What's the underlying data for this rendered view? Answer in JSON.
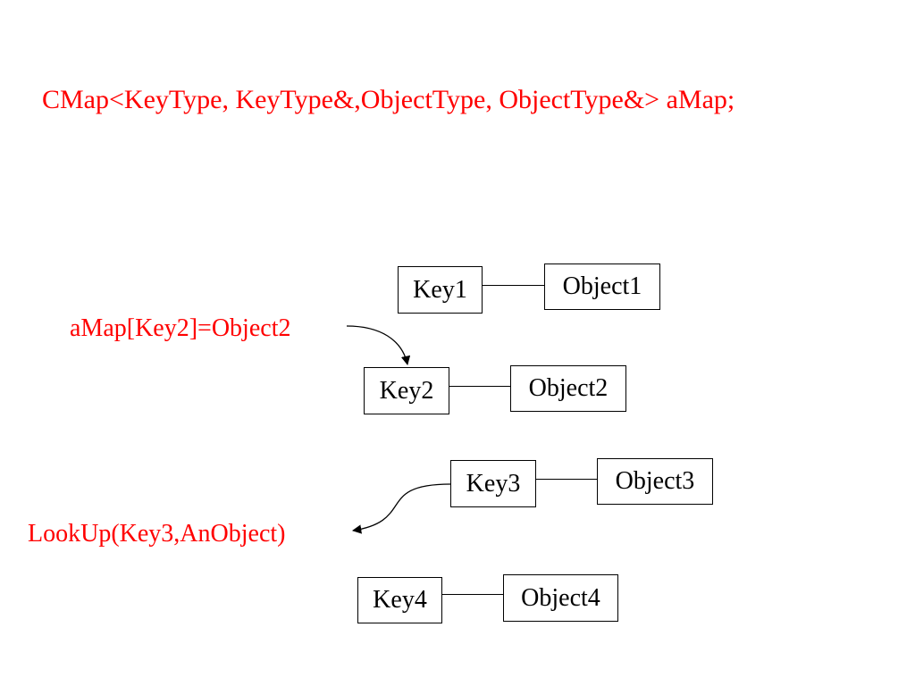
{
  "title": "CMap<KeyType, KeyType&,ObjectType, ObjectType&> aMap;",
  "annotations": {
    "insert": "aMap[Key2]=Object2",
    "lookup": "LookUp(Key3,AnObject)"
  },
  "entries": [
    {
      "key": "Key1",
      "object": "Object1"
    },
    {
      "key": "Key2",
      "object": "Object2"
    },
    {
      "key": "Key3",
      "object": "Object3"
    },
    {
      "key": "Key4",
      "object": "Object4"
    }
  ],
  "colors": {
    "annotation": "#ff0000",
    "boxes": "#000000",
    "background": "#ffffff"
  }
}
